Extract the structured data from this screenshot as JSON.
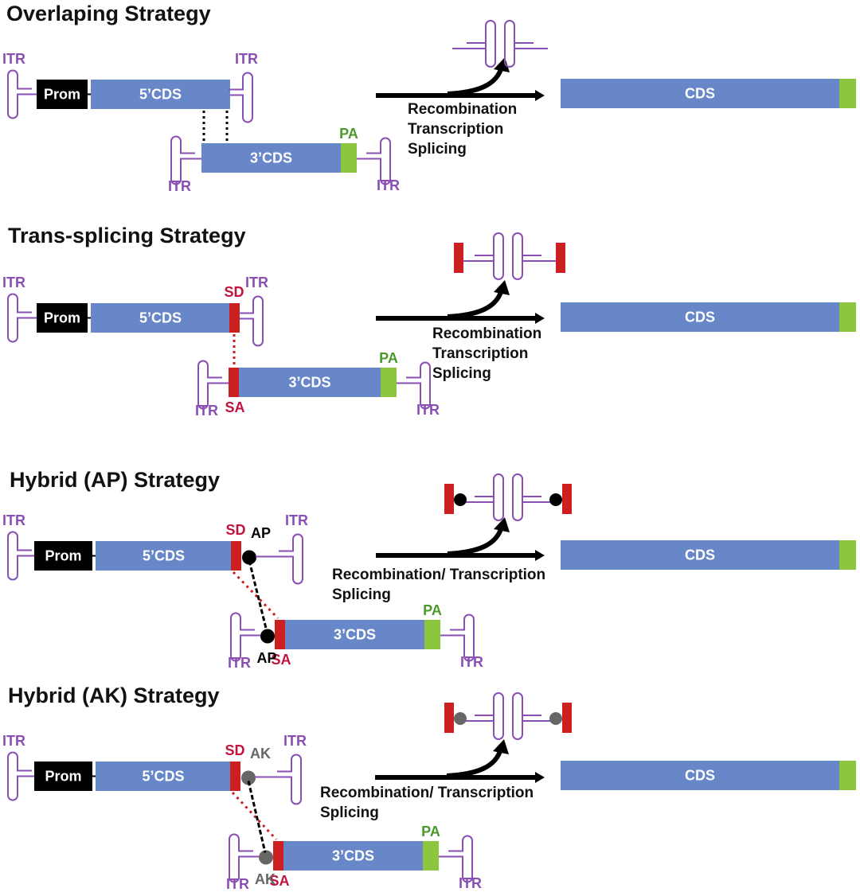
{
  "colors": {
    "itr": "#8a4fb5",
    "cds": "#6787c9",
    "prom": "#000000",
    "pa": "#8cc63f",
    "splice": "#cc1f1f",
    "splice_label": "#c0143c",
    "pa_label": "#4a9a2a",
    "ap": "#000000",
    "ak": "#666666",
    "arrow": "#000000"
  },
  "labels": {
    "itr": "ITR",
    "prom": "Prom",
    "cds5": "5’CDS",
    "cds3": "3’CDS",
    "cds": "CDS",
    "pa": "PA",
    "sd": "SD",
    "sa": "SA",
    "ap": "AP",
    "ak": "AK"
  },
  "panels": [
    {
      "id": "overlapping",
      "title": "Overlaping Strategy",
      "process_lines": [
        "Recombination",
        "Transcription",
        "Splicing"
      ],
      "junction": "overlap"
    },
    {
      "id": "trans-splicing",
      "title": "Trans-splicing Strategy",
      "process_lines": [
        "Recombination",
        "Transcription",
        "Splicing"
      ],
      "junction": "splice"
    },
    {
      "id": "hybrid-ap",
      "title": "Hybrid (AP) Strategy",
      "process_lines": [
        "Recombination/ Transcription",
        "Splicing"
      ],
      "junction": "hybrid",
      "marker": "ap"
    },
    {
      "id": "hybrid-ak",
      "title": "Hybrid (AK) Strategy",
      "process_lines": [
        "Recombination/ Transcription",
        "Splicing"
      ],
      "junction": "hybrid",
      "marker": "ak"
    }
  ]
}
